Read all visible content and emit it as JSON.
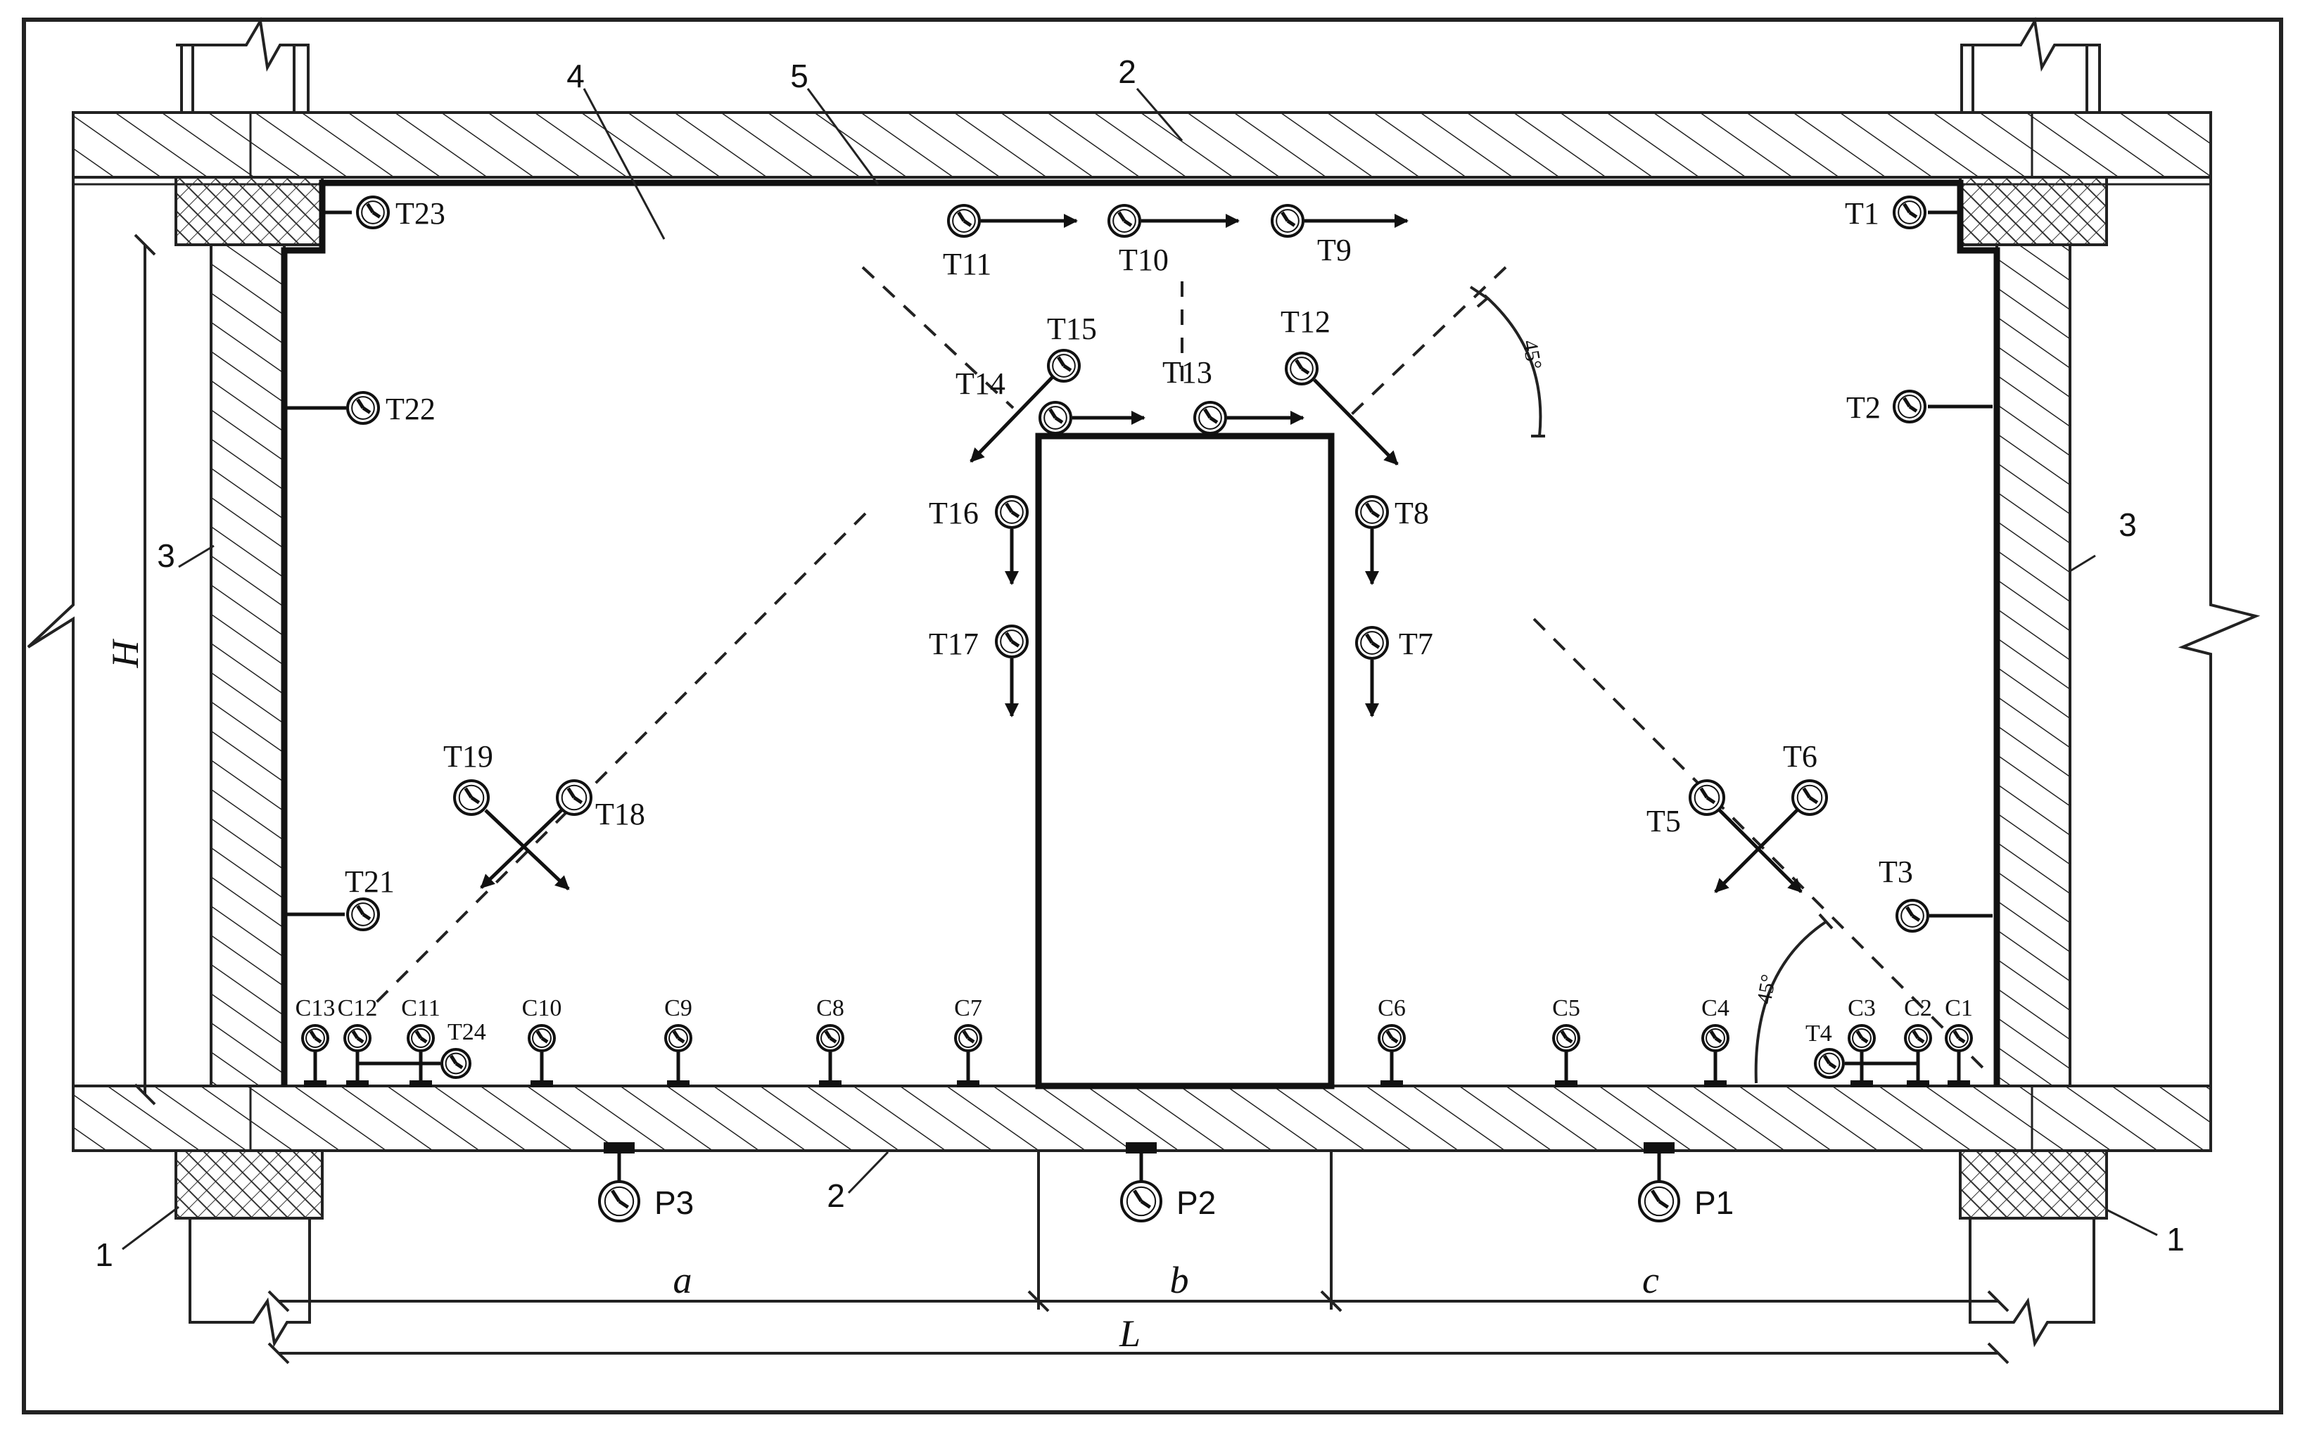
{
  "part_labels": {
    "support": "1",
    "slab": "2",
    "side_wall": "3",
    "interior": "4",
    "lining": "5"
  },
  "dimension_labels": {
    "a": "a",
    "b": "b",
    "c": "c",
    "L": "L",
    "H": "H"
  },
  "angle_label": "45°",
  "sensors": {
    "T1": "T1",
    "T2": "T2",
    "T3": "T3",
    "T4": "T4",
    "T5": "T5",
    "T6": "T6",
    "T7": "T7",
    "T8": "T8",
    "T9": "T9",
    "T10": "T10",
    "T11": "T11",
    "T12": "T12",
    "T13": "T13",
    "T14": "T14",
    "T15": "T15",
    "T16": "T16",
    "T17": "T17",
    "T18": "T18",
    "T19": "T19",
    "T21": "T21",
    "T22": "T22",
    "T23": "T23",
    "T24": "T24",
    "C1": "C1",
    "C2": "C2",
    "C3": "C3",
    "C4": "C4",
    "C5": "C5",
    "C6": "C6",
    "C7": "C7",
    "C8": "C8",
    "C9": "C9",
    "C10": "C10",
    "C11": "C11",
    "C12": "C12",
    "C13": "C13",
    "P1": "P1",
    "P2": "P2",
    "P3": "P3"
  }
}
